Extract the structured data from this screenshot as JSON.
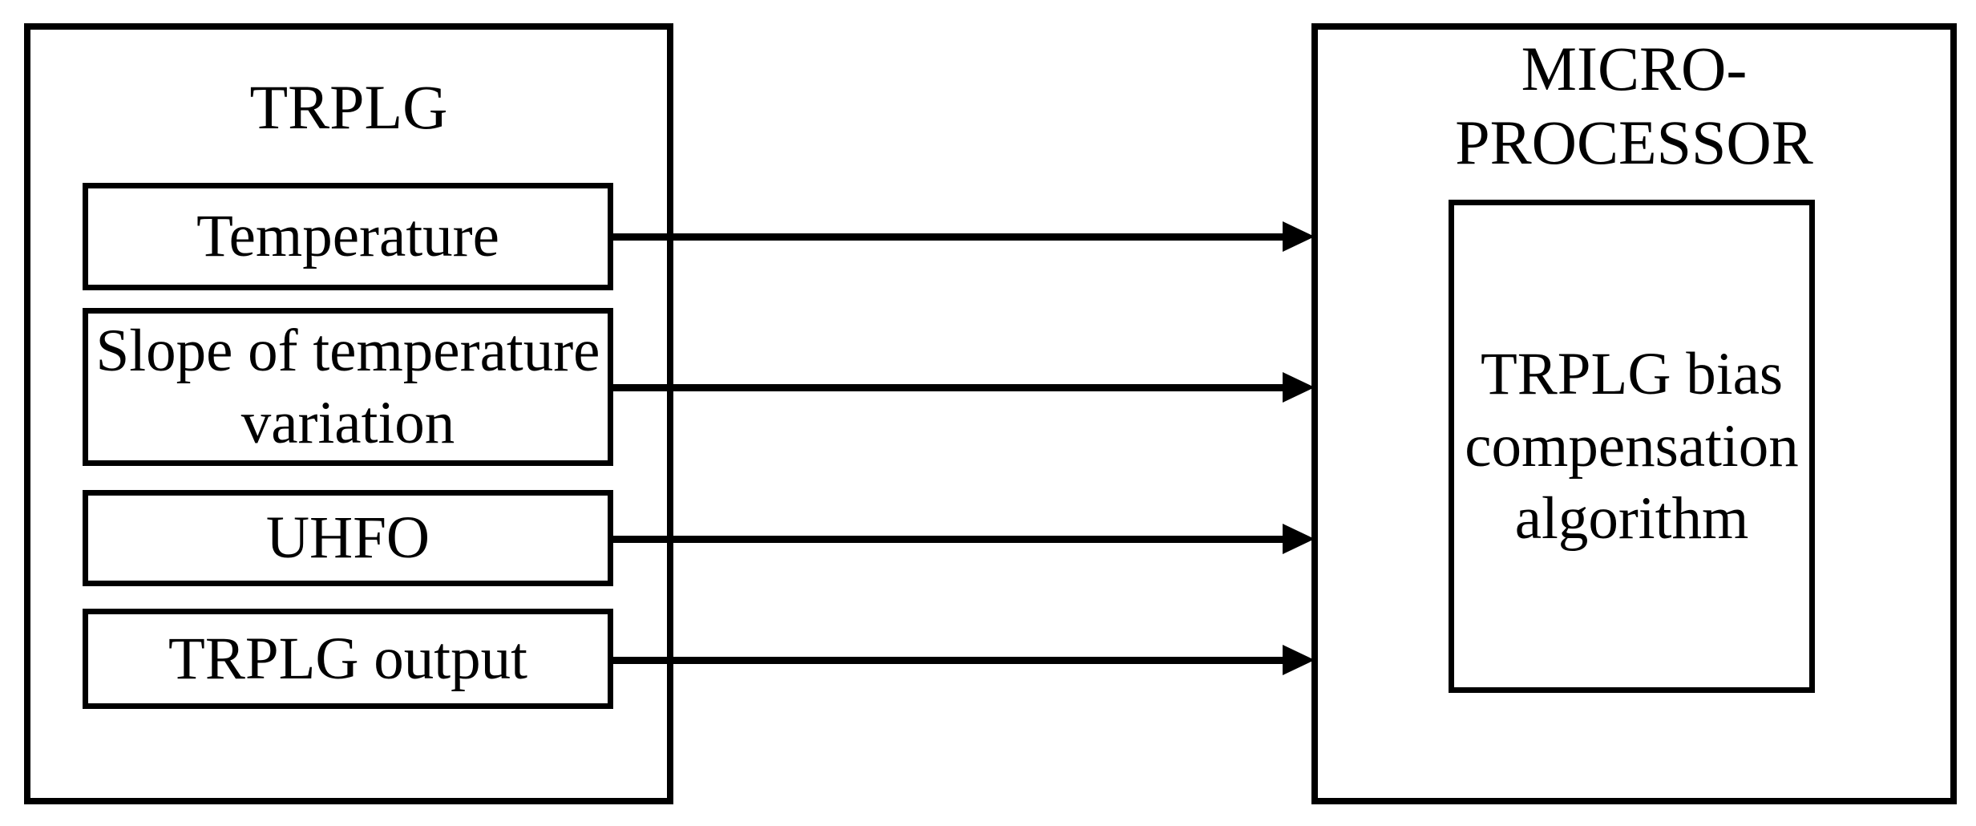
{
  "diagram": {
    "background_color": "#ffffff",
    "line_color": "#000000",
    "trplg_block": {
      "title": "TRPLG",
      "inputs": [
        {
          "label": "Temperature",
          "lines": [
            "Temperature"
          ]
        },
        {
          "label": "Slope of temperature variation",
          "lines": [
            "Slope of temperature",
            "variation"
          ]
        },
        {
          "label": "UHFO",
          "lines": [
            "UHFO"
          ]
        },
        {
          "label": "TRPLG output",
          "lines": [
            "TRPLG output"
          ]
        }
      ]
    },
    "microprocessor_block": {
      "title_lines": [
        "MICRO-",
        "PROCESSOR"
      ],
      "algorithm_box": {
        "label": "TRPLG bias compensation algorithm",
        "lines": [
          "TRPLG bias",
          "compensation",
          "algorithm"
        ]
      }
    },
    "arrows": [
      {
        "from": "Temperature",
        "to": "MICRO-PROCESSOR",
        "direction": "right"
      },
      {
        "from": "Slope of temperature variation",
        "to": "MICRO-PROCESSOR",
        "direction": "right"
      },
      {
        "from": "UHFO",
        "to": "MICRO-PROCESSOR",
        "direction": "right"
      },
      {
        "from": "TRPLG output",
        "to": "MICRO-PROCESSOR",
        "direction": "right"
      }
    ]
  }
}
